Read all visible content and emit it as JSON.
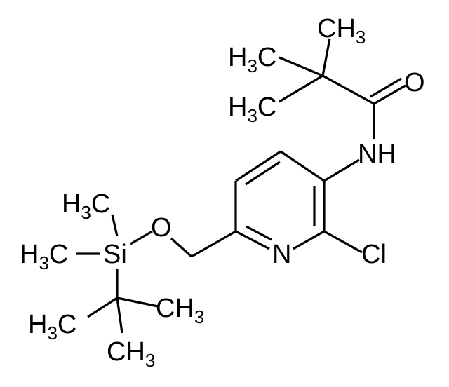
{
  "structure": {
    "atoms": {
      "methyl_top": "CH3",
      "h3c_upper": "H3C",
      "h3c_lower": "H3C",
      "carbonyl_oxygen": "O",
      "amide_nitrogen": "NH",
      "pyridine_nitrogen": "N",
      "chlorine": "Cl",
      "ether_oxygen": "O",
      "silicon": "Si",
      "si_methyl_upper": "H3C",
      "si_methyl_left": "H3C",
      "tbu_methyl_right": "CH3",
      "tbu_methyl_left": "H3C",
      "tbu_methyl_bottom": "CH3"
    }
  },
  "colors": {
    "ink": "#000000",
    "background": "#ffffff"
  }
}
